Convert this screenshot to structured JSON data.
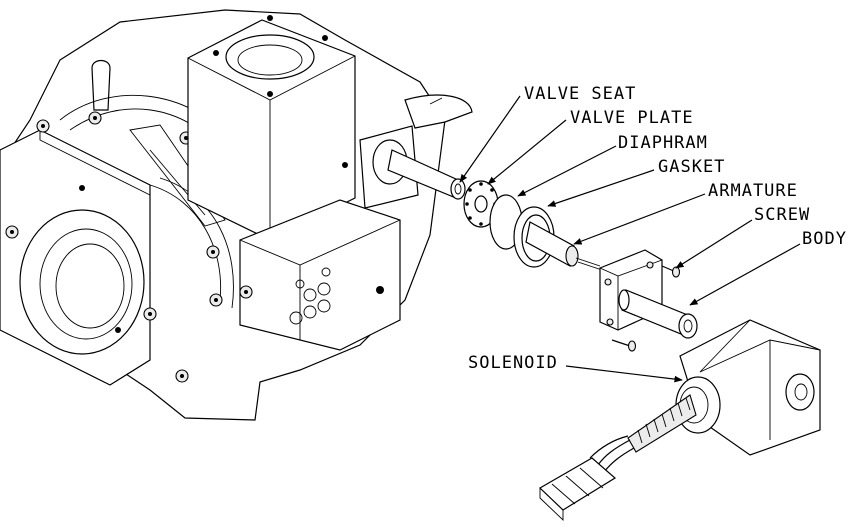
{
  "diagram": {
    "labels": {
      "valve_seat": "VALVE SEAT",
      "valve_plate": "VALVE PLATE",
      "diaphram": "DIAPHRAM",
      "gasket": "GASKET",
      "armature": "ARMATURE",
      "screw": "SCREW",
      "body": "BODY",
      "solenoid": "SOLENOID"
    }
  }
}
